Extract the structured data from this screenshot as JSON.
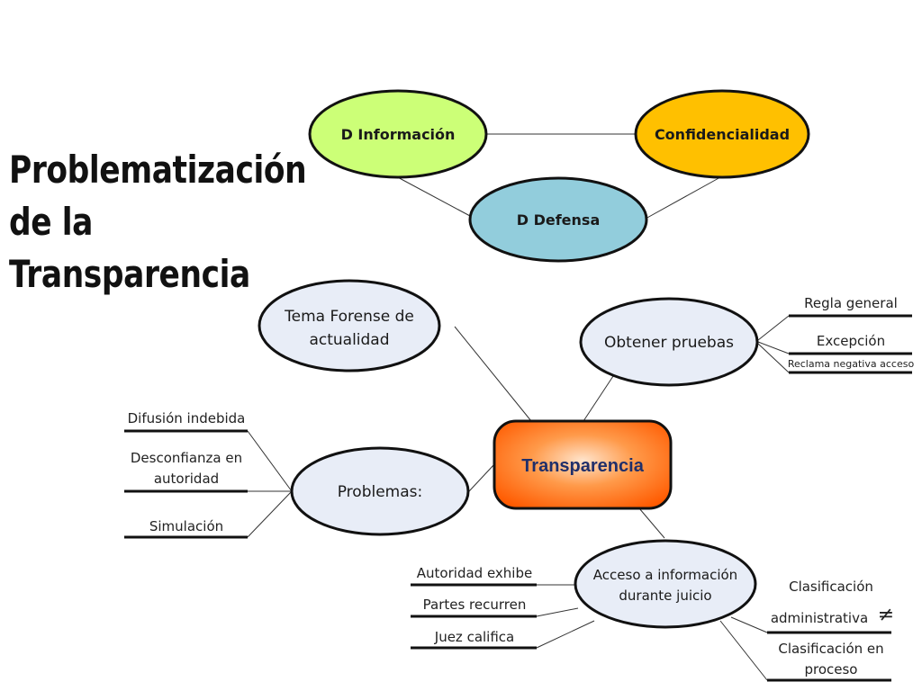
{
  "title": {
    "lines": [
      "Problematización",
      "de la",
      "Transparencia"
    ]
  },
  "colors": {
    "d_informacion": "#ccff77",
    "confidencialidad": "#ffc000",
    "d_defensa": "#92cddc",
    "ellipse_fill": "#e8edf7",
    "center_orange": "#ff6a10",
    "line": "#333333"
  },
  "nodes": {
    "d_informacion": "D Información",
    "confidencialidad": "Confidencialidad",
    "d_defensa": "D Defensa",
    "tema_forense": [
      "Tema Forense de",
      "actualidad"
    ],
    "obtener_pruebas": "Obtener pruebas",
    "problemas": "Problemas:",
    "transparencia": "Transparencia",
    "acceso": [
      "Acceso a información",
      "durante juicio"
    ]
  },
  "leaves": {
    "regla_general": "Regla general",
    "excepcion": "Excepción",
    "reclama": "Reclama negativa acceso",
    "difusion": "Difusión indebida",
    "desconfianza": [
      "Desconfianza en",
      "autoridad"
    ],
    "simulacion": "Simulación",
    "autoridad_exhibe": "Autoridad exhibe",
    "partes_recurren": "Partes recurren",
    "juez_califica": "Juez califica",
    "clasif_admin": [
      "Clasificación",
      "administrativa"
    ],
    "neq": "≠",
    "clasif_proceso": [
      "Clasificación  en",
      "proceso"
    ]
  }
}
